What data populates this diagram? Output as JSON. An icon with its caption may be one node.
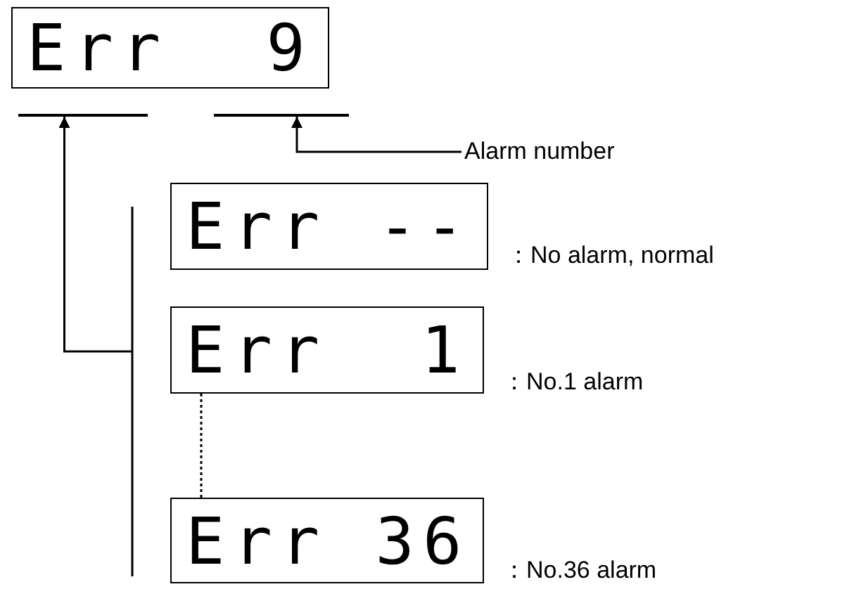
{
  "diagram": {
    "nodes": [
      {
        "text": [
          "Err 9"
        ]
      },
      {
        "text": [],
        "shape": "bar"
      },
      {
        "text": [],
        "shape": "bar"
      },
      {
        "text": [
          "Alarm number"
        ]
      },
      {
        "text": [],
        "shape": "bracket"
      },
      {
        "text": [
          "Err --"
        ],
        "beside": [
          "：No alarm, normal"
        ]
      },
      {
        "text": [
          "Err 1"
        ],
        "beside": [
          "：No.1 alarm"
        ]
      },
      {
        "text": [
          "Err 36"
        ],
        "beside": [
          "：No.36 alarm"
        ]
      }
    ],
    "edges": [
      {
        "from": 3,
        "to": 2,
        "arrow": "to"
      },
      {
        "from": 4,
        "to": 1,
        "arrow": "to"
      },
      {
        "from": 6,
        "to": 7,
        "arrow": "none",
        "style": "dashed"
      }
    ]
  }
}
